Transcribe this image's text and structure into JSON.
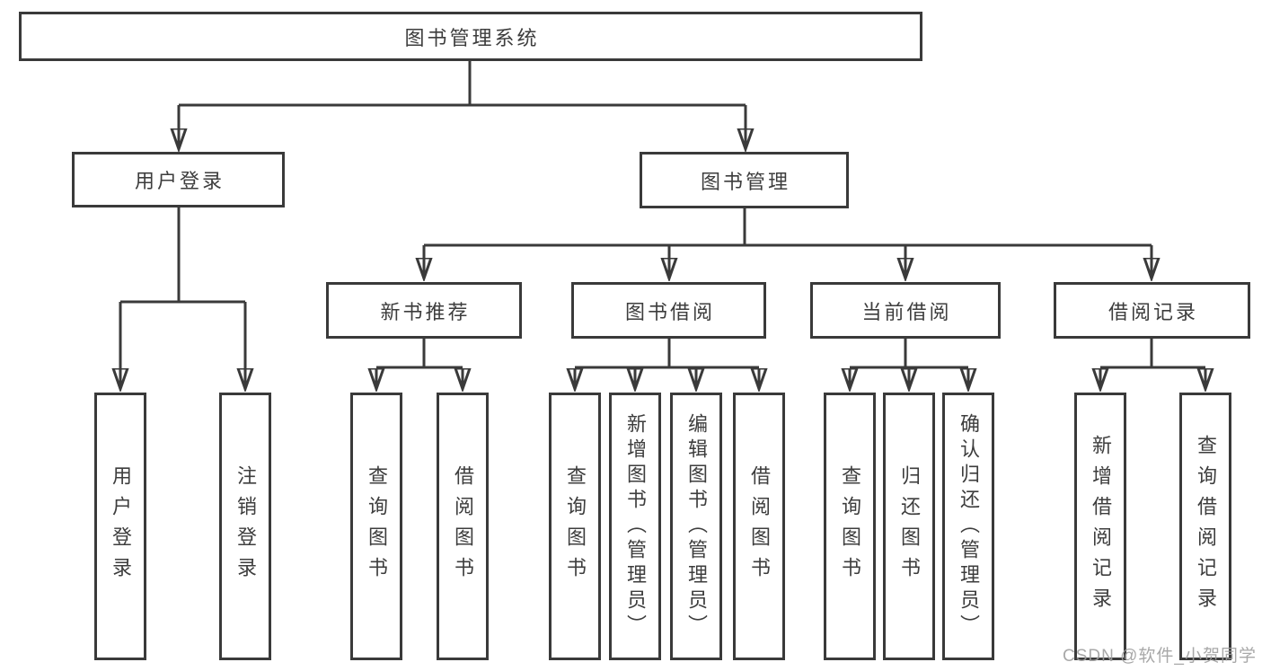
{
  "colors": {
    "background": "#ffffff",
    "line": "#3a3a3a",
    "box_border": "#3a3a3a",
    "text": "#3d3d3d",
    "watermark": "#9e9e9e"
  },
  "diagram": {
    "root": {
      "label": "图书管理系统"
    },
    "level2": [
      {
        "label": "用户登录"
      },
      {
        "label": "图书管理"
      }
    ],
    "level3": [
      {
        "label": "新书推荐"
      },
      {
        "label": "图书借阅"
      },
      {
        "label": "当前借阅"
      },
      {
        "label": "借阅记录"
      }
    ],
    "leaves": [
      {
        "label": "用户登录"
      },
      {
        "label": "注销登录"
      },
      {
        "label": "查询图书"
      },
      {
        "label": "借阅图书"
      },
      {
        "label": "查询图书"
      },
      {
        "label": "新增图书（管理员）"
      },
      {
        "label": "编辑图书（管理员）"
      },
      {
        "label": "借阅图书"
      },
      {
        "label": "查询图书"
      },
      {
        "label": "归还图书"
      },
      {
        "label": "确认归还（管理员）"
      },
      {
        "label": "新增借阅记录"
      },
      {
        "label": "查询借阅记录"
      }
    ]
  },
  "watermark": {
    "text": "CSDN @软件_小贺同学"
  }
}
